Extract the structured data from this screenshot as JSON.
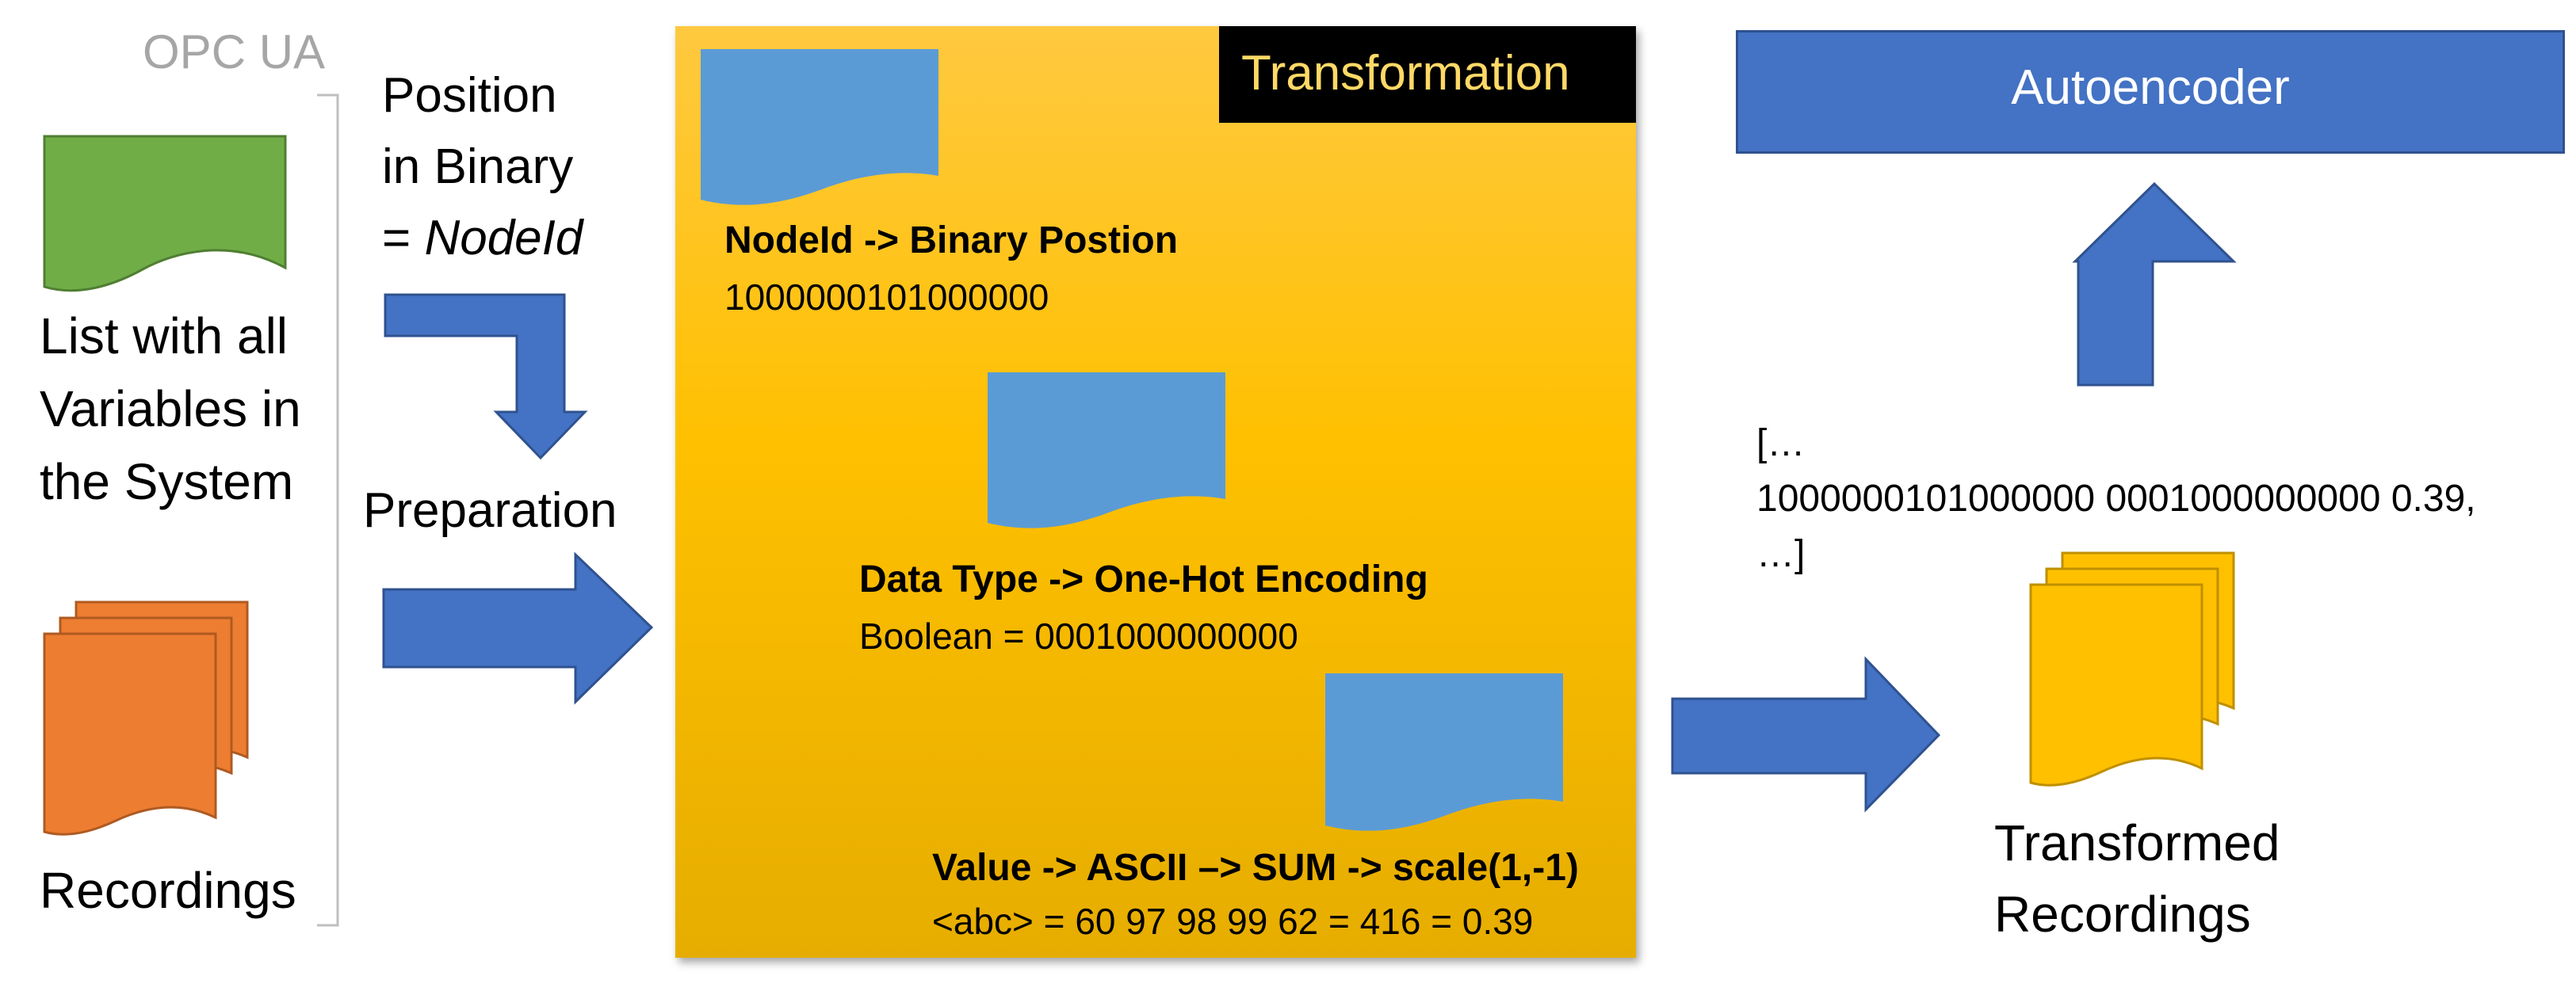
{
  "opc_group": {
    "title": "OPC UA",
    "variables_label": [
      "List with all",
      "Variables in",
      "the System"
    ],
    "recordings_label": "Recordings"
  },
  "position_note": {
    "line1": "Position",
    "line2": "in Binary",
    "line3_prefix": "= ",
    "line3_emph": "NodeId"
  },
  "preparation_label": "Preparation",
  "transformation": {
    "title": "Transformation",
    "steps": [
      {
        "heading": "NodeId -> Binary Postion",
        "example": "1000000101000000"
      },
      {
        "heading": "Data Type -> One-Hot Encoding",
        "example": "Boolean = 0001000000000"
      },
      {
        "heading": "Value -> ASCII –> SUM -> scale(1,-1)",
        "example": "<abc> = 60 97 98 99 62 = 416 = 0.39"
      }
    ]
  },
  "autoencoder_label": "Autoencoder",
  "vector_example": {
    "line1": "[…",
    "line2": "1000000101000000 0001000000000 0.39,",
    "line3": "…]"
  },
  "transformed_label": [
    "Transformed",
    "Recordings"
  ],
  "colors": {
    "arrow_blue": "#4472c4",
    "doc_blue": "#5b9bd5",
    "doc_green": "#70ad47",
    "doc_orange": "#ed7d31",
    "doc_yellow": "#ffc000",
    "transformation_fill": "#ffc000",
    "autoencoder_fill": "#4472c4"
  },
  "icons": [
    "document-icon",
    "multi-document-icon",
    "bent-arrow-icon",
    "right-arrow-icon",
    "up-arrow-icon",
    "bracket-icon"
  ]
}
